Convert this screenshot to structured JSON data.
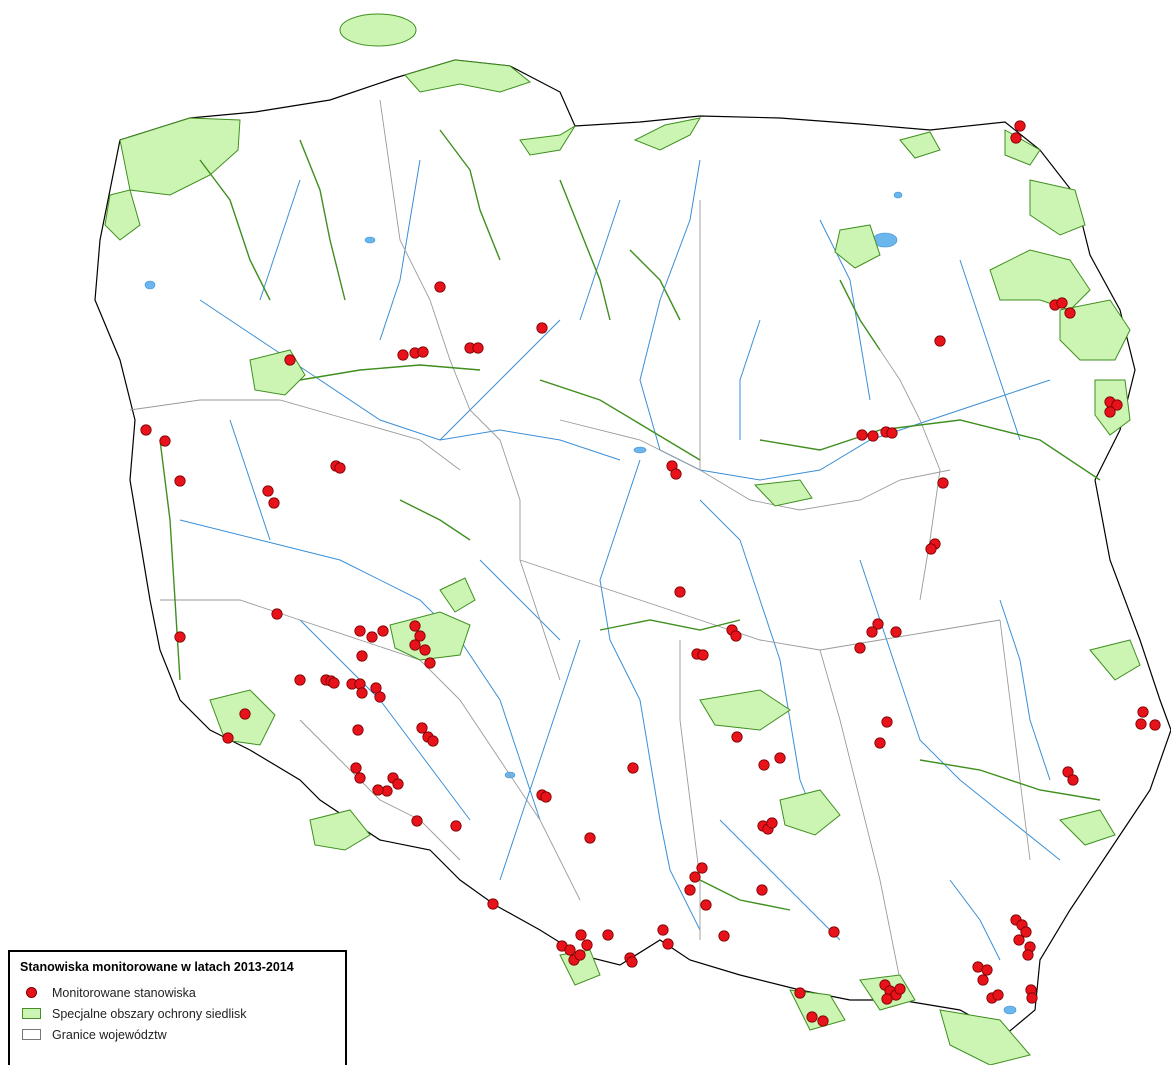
{
  "legend": {
    "title": "Stanowiska monitorowane w latach 2013-2014",
    "items": [
      {
        "label": "Monitorowane stanowiska",
        "symbol": "red-dot"
      },
      {
        "label": "Specjalne obszary ochrony siedlisk",
        "symbol": "green-polygon"
      },
      {
        "label": "Granice województw",
        "symbol": "outline-polygon"
      }
    ]
  },
  "colors": {
    "site": "#e8121b",
    "site_stroke": "#7a0000",
    "habitat_fill": "#ccf5b3",
    "habitat_stroke": "#3f8f1f",
    "river": "#3b8fd6",
    "lake": "#6cb6ee",
    "border": "#000000",
    "province_border": "#9a9a9a"
  }
}
